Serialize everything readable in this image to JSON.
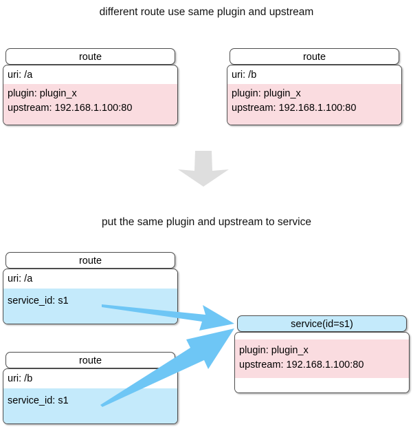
{
  "diagram": {
    "title_top": "different route use same plugin and upstream",
    "title_bottom": "put the same plugin and upstream to service",
    "colors": {
      "plugin_upstream_fill": "#fadce0",
      "service_fill": "#c4eafb",
      "arrow_blue": "#6ec6f5",
      "arrow_grey": "#dedede",
      "border": "#4d4d4d"
    }
  },
  "top_section": {
    "routes": [
      {
        "header": "route",
        "uri": "uri: /a",
        "plugin": "plugin: plugin_x",
        "upstream": "upstream: 192.168.1.100:80"
      },
      {
        "header": "route",
        "uri": "uri: /b",
        "plugin": "plugin: plugin_x",
        "upstream": "upstream: 192.168.1.100:80"
      }
    ]
  },
  "transform_arrow": {
    "icon": "arrow-down-icon",
    "direction": "down"
  },
  "bottom_section": {
    "routes": [
      {
        "header": "route",
        "uri": "uri: /a",
        "service_id": "service_id: s1"
      },
      {
        "header": "route",
        "uri": "uri: /b",
        "service_id": "service_id: s1"
      }
    ],
    "service": {
      "header": "service(id=s1)",
      "plugin": "plugin: plugin_x",
      "upstream": "upstream: 192.168.1.100:80"
    },
    "connectors": [
      {
        "from": "route-a-service-id",
        "to": "service-header"
      },
      {
        "from": "route-b-service-id",
        "to": "service-header"
      }
    ]
  }
}
